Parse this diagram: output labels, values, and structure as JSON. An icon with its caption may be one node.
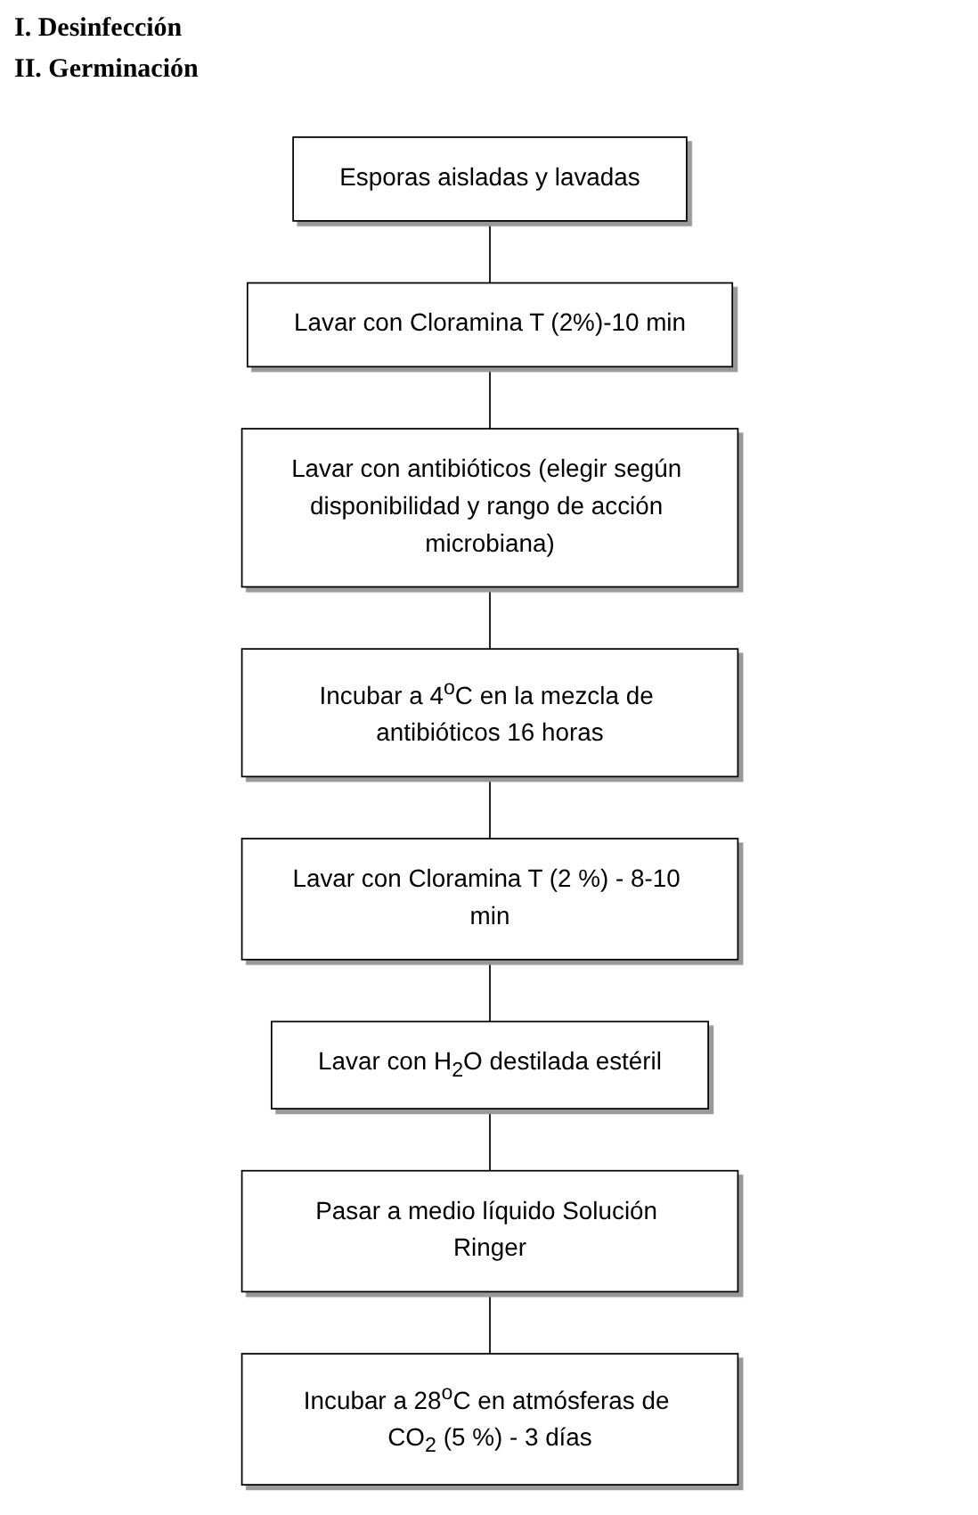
{
  "diagram": {
    "nodes": [
      {
        "text": [
          "Esporas aisladas y lavadas"
        ]
      },
      {
        "text": [
          "Lavar con Cloramina T (2%)-10 min"
        ]
      },
      {
        "text": [
          "Lavar con antibióticos (elegir según disponibilidad y rango de acción microbiana)"
        ]
      },
      {
        "text": [
          "Incubar a 4$^{o}$C en la mezcla de antibióticos 16 horas"
        ]
      },
      {
        "text": [
          "Lavar con Cloramina T (2 %) - 8-10 min"
        ]
      },
      {
        "text": [
          "Lavar con H$_{2}$O destilada estéril"
        ]
      },
      {
        "text": [
          "Pasar a medio líquido Solución Ringer"
        ]
      },
      {
        "text": [
          "Incubar a 28$^{o}$C en atmósferas de CO$_{2}$ (5 %) - 3 días"
        ]
      }
    ],
    "edges": [
      {
        "from": 0,
        "to": 1,
        "arrow": "none"
      },
      {
        "from": 1,
        "to": 2,
        "arrow": "none"
      },
      {
        "from": 2,
        "to": 3,
        "arrow": "none"
      },
      {
        "from": 3,
        "to": 4,
        "arrow": "none"
      },
      {
        "from": 4,
        "to": 5,
        "arrow": "none"
      },
      {
        "from": 5,
        "to": 6,
        "arrow": "none"
      },
      {
        "from": 6,
        "to": 7,
        "arrow": "none"
      }
    ],
    "labels": [
      "I. Desinfección",
      "II. Germinación"
    ]
  }
}
